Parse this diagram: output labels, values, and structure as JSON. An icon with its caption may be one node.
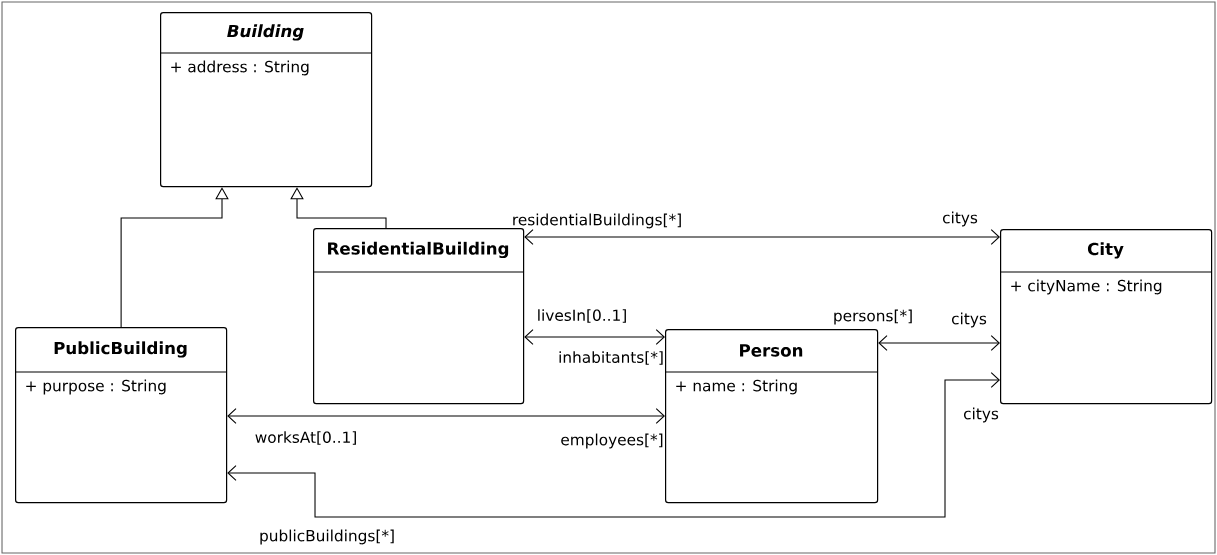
{
  "diagram": {
    "nodes": [
      {
        "text": [
          "Building",
          "+ address : String"
        ]
      },
      {
        "text": [
          "ResidentialBuilding"
        ]
      },
      {
        "text": [
          "City",
          "+ cityName : String"
        ]
      },
      {
        "text": [
          "PublicBuilding",
          "+ purpose : String"
        ]
      },
      {
        "text": [
          "Person",
          "+ name : String"
        ]
      }
    ],
    "edges": [
      {
        "from": 3,
        "to": 0,
        "arrow": "to"
      },
      {
        "from": 1,
        "to": 0,
        "arrow": "to"
      },
      {
        "from": 1,
        "to": 2,
        "arrow": "both"
      },
      {
        "from": 1,
        "to": 4,
        "arrow": "both"
      },
      {
        "from": 4,
        "to": 2,
        "arrow": "both"
      },
      {
        "from": 3,
        "to": 4,
        "arrow": "both"
      },
      {
        "from": 2,
        "to": 3,
        "arrow": "both"
      }
    ],
    "labels": [
      "residentialBuildings[*]",
      "citys",
      "livesIn[0..1]",
      "persons[*]",
      "citys",
      "inhabitants[*]",
      "citys",
      "worksAt[0..1]",
      "employees[*]",
      "publicBuildings[*]"
    ]
  }
}
